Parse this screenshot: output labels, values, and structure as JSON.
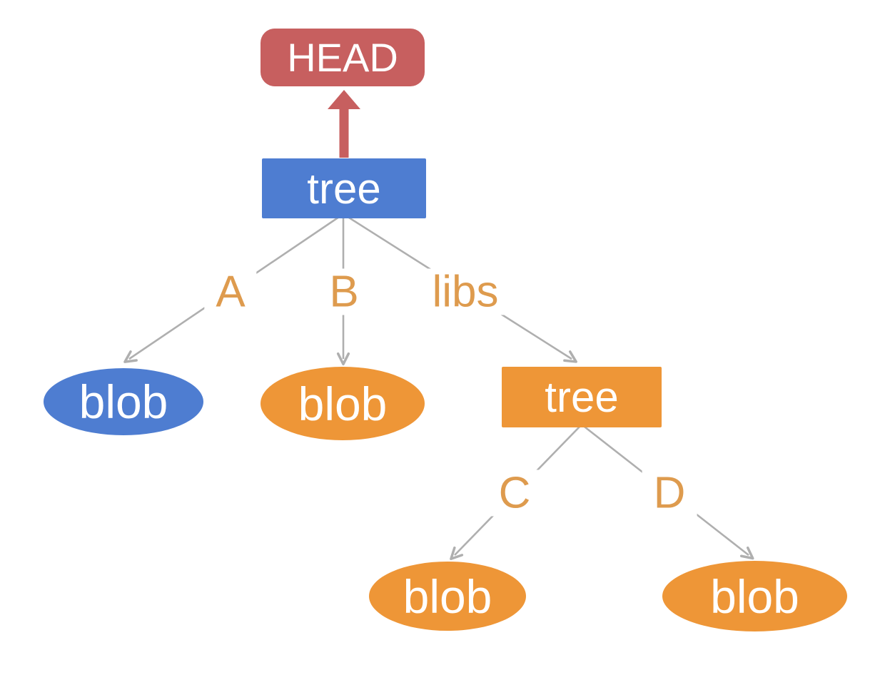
{
  "diagram": {
    "nodes": {
      "head": {
        "label": "HEAD",
        "shape": "rounded-rectangle",
        "color": "#C75F5F"
      },
      "root_tree": {
        "label": "tree",
        "shape": "rectangle",
        "color": "#4E7DD1"
      },
      "blob_a": {
        "label": "blob",
        "shape": "ellipse",
        "color": "#4E7DD1"
      },
      "blob_b": {
        "label": "blob",
        "shape": "ellipse",
        "color": "#EE9637"
      },
      "libs_tree": {
        "label": "tree",
        "shape": "rectangle",
        "color": "#EE9637"
      },
      "blob_c": {
        "label": "blob",
        "shape": "ellipse",
        "color": "#EE9637"
      },
      "blob_d": {
        "label": "blob",
        "shape": "ellipse",
        "color": "#EE9637"
      }
    },
    "edges": {
      "head_pointer": {
        "from": "root_tree",
        "to": "head",
        "label": "",
        "style": "thick-red-arrow-up"
      },
      "a": {
        "from": "root_tree",
        "to": "blob_a",
        "label": "A",
        "style": "gray-arrow"
      },
      "b": {
        "from": "root_tree",
        "to": "blob_b",
        "label": "B",
        "style": "gray-arrow"
      },
      "libs": {
        "from": "root_tree",
        "to": "libs_tree",
        "label": "libs",
        "style": "gray-arrow"
      },
      "c": {
        "from": "libs_tree",
        "to": "blob_c",
        "label": "C",
        "style": "gray-arrow"
      },
      "d": {
        "from": "libs_tree",
        "to": "blob_d",
        "label": "D",
        "style": "gray-arrow"
      }
    },
    "colors": {
      "background": "#FFFFFF",
      "node_text": "#FFFFFF",
      "red": "#C75F5F",
      "blue": "#4E7DD1",
      "orange": "#EE9637",
      "edge_label_text": "#DE9B4E",
      "edge_line_gray": "#AFAFAF"
    }
  }
}
